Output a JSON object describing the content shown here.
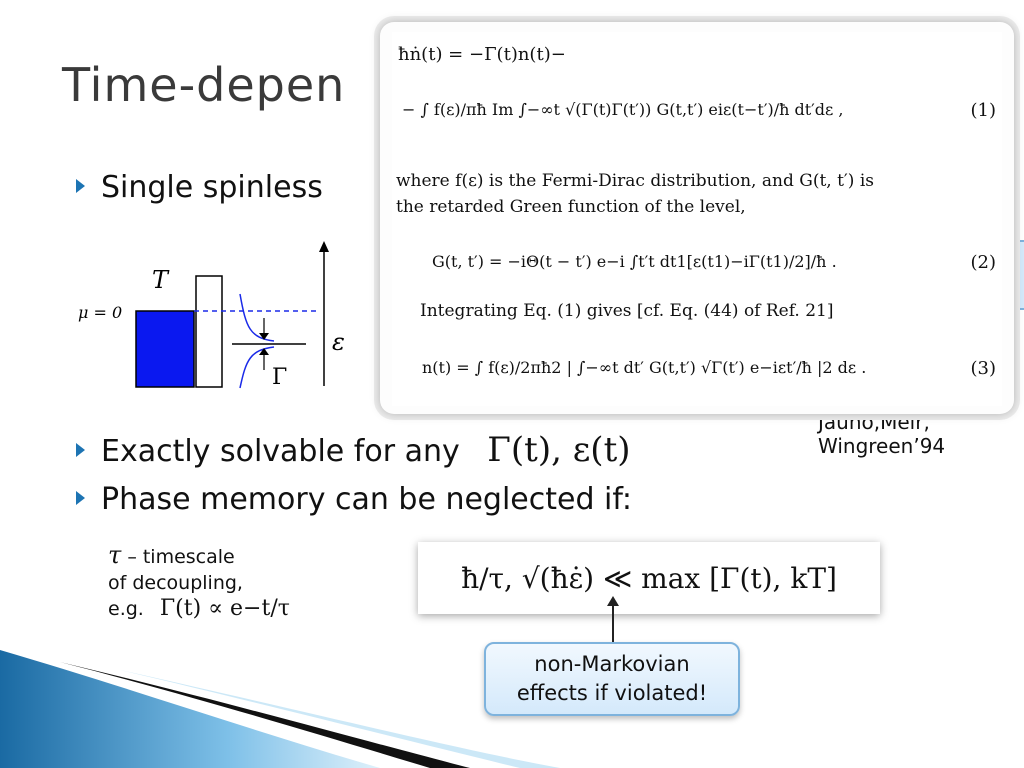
{
  "slide": {
    "title": "Time-depen",
    "bullets": [
      {
        "text": "Single spinless"
      },
      {
        "text": "Exactly solvable for any",
        "math": "Γ(t), ε(t)"
      },
      {
        "text": "Phase memory can be neglected if:"
      }
    ],
    "diagram": {
      "mu_label": "μ = 0",
      "T_label": "T",
      "epsilon_label": "ε",
      "gamma_label": "Γ"
    },
    "reference": {
      "line1": "Jauho,Meir,",
      "line2": "Wingreen’94"
    },
    "tau_note": {
      "symbol": "τ",
      "line1": " – timescale",
      "line2": "of decoupling,",
      "line3": "e.g.",
      "example": "Γ(t) ∝ e−t/τ"
    },
    "condition": "ħ/τ, √(ħε̇) ≪ max [Γ(t), kT]",
    "callout": {
      "line1": "non-Markovian",
      "line2": "effects if violated!"
    },
    "paper_excerpt": {
      "eq1_line1": "ħṅ(t) = −Γ(t)n(t)−",
      "eq1_line2": "− ∫ f(ε)/πħ Im ∫−∞t √(Γ(t)Γ(t′)) G(t,t′) eiε(t−t′)/ħ dt′dε ,",
      "eq1_num": "(1)",
      "text1_line1": "where f(ε) is the Fermi-Dirac distribution, and G(t, t′) is",
      "text1_line2": "the retarded Green function of the level,",
      "eq2": "G(t, t′) = −iΘ(t − t′) e−i ∫t′t dt1[ε(t1)−iΓ(t1)/2]/ħ .",
      "eq2_num": "(2)",
      "text2": "Integrating Eq. (1) gives [cf. Eq. (44) of Ref. 21]",
      "eq3": "n(t) = ∫ f(ε)/2πħ2 | ∫−∞t dt′ G(t,t′) √Γ(t′) e−iεt′/ħ |2 dε .",
      "eq3_num": "(3)"
    }
  }
}
